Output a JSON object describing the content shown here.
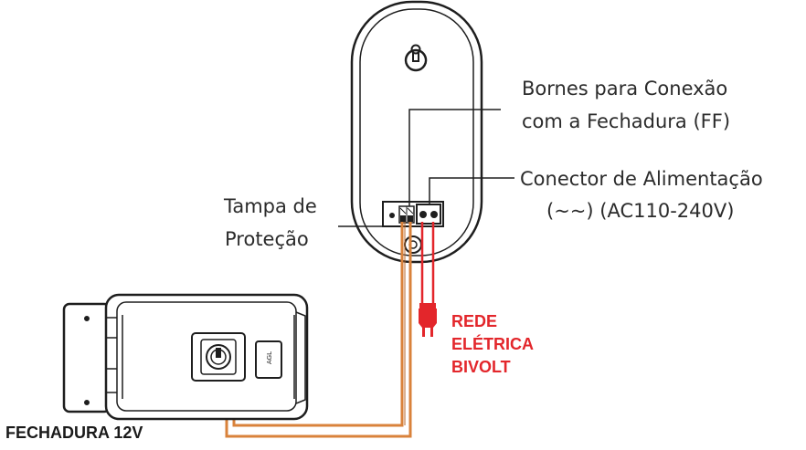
{
  "labels": {
    "bornes_line1": "Bornes para Conexão",
    "bornes_line2": "com a Fechadura (FF)",
    "conector_line1": "Conector de Alimentação",
    "conector_line2": "(~~) (AC110-240V)",
    "tampa_line1": "Tampa de",
    "tampa_line2": "Proteção",
    "rede_line1": "REDE",
    "rede_line2": "ELÉTRICA",
    "rede_line3": "BIVOLT",
    "fechadura": "FECHADURA 12V",
    "lock_badge": "AGL"
  },
  "colors": {
    "outline": "#1e1e1e",
    "orange_wire": "#d9823b",
    "red_wire": "#e3262b",
    "label_text": "#2b2b2b"
  }
}
